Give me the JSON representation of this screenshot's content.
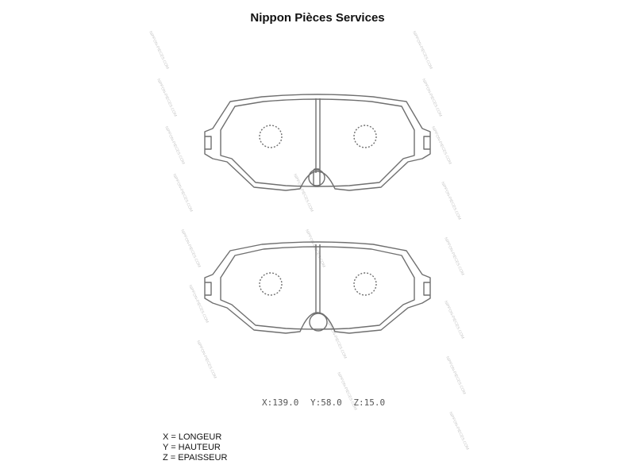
{
  "header": {
    "title": "Nippon Pièces Services"
  },
  "dimensions": [
    {
      "text": "X:139.0",
      "axis": "X",
      "value": 139.0
    },
    {
      "text": "Y:58.0",
      "axis": "Y",
      "value": 58.0
    },
    {
      "text": "Z:15.0",
      "axis": "Z",
      "value": 15.0
    }
  ],
  "legend": [
    {
      "text": "X = LONGEUR"
    },
    {
      "text": "Y = HAUTEUR"
    },
    {
      "text": "Z = EPAISSEUR"
    }
  ],
  "watermark": {
    "text": "NIPPON-PIECES.COM"
  },
  "colors": {
    "outline": "#6f6f6f",
    "text": "#111111",
    "dims": "#555555",
    "watermark": "#c9c9c9"
  }
}
